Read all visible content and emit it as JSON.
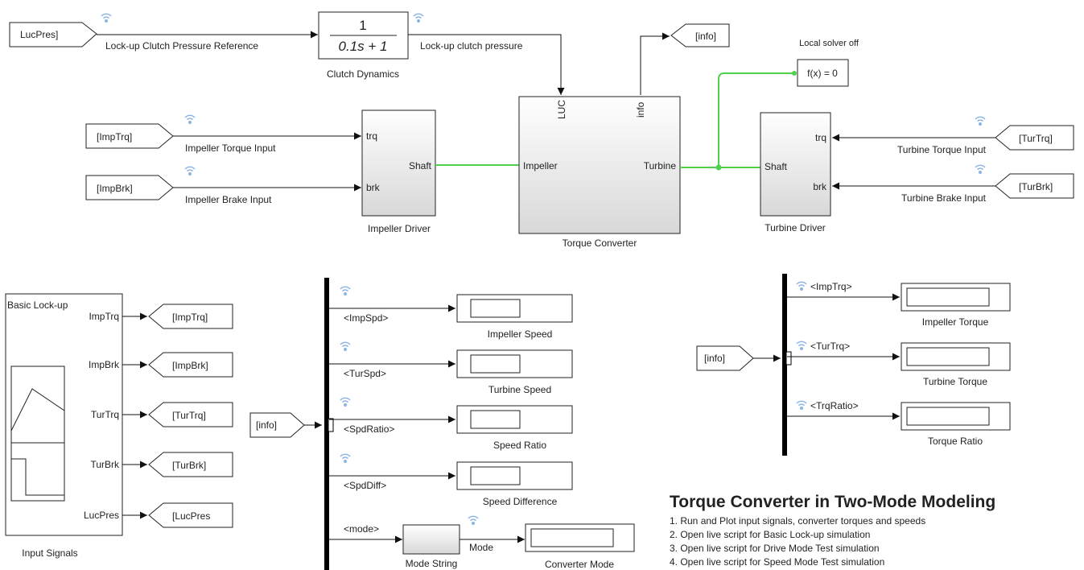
{
  "colors": {
    "physical_connection": "#4fd14f",
    "log_icon": "#8ab4e6"
  },
  "clutch": {
    "from_tag": "LucPres]",
    "ref_label": "Lock-up Clutch Pressure Reference",
    "tf_num": "1",
    "tf_den": "0.1s + 1",
    "block_name": "Clutch Dynamics",
    "out_label": "Lock-up clutch pressure"
  },
  "info_goto": "[info]",
  "solver": {
    "label": "Local solver off",
    "block_text": "f(x) = 0"
  },
  "impeller_driver": {
    "name": "Impeller Driver",
    "port_trq": "trq",
    "port_brk": "brk",
    "port_shaft": "Shaft",
    "torque_tag": "[ImpTrq]",
    "torque_label": "Impeller Torque Input",
    "brake_tag": "[ImpBrk]",
    "brake_label": "Impeller Brake Input"
  },
  "torque_converter": {
    "name": "Torque Converter",
    "port_luc": "LUC",
    "port_info": "info",
    "port_impeller": "Impeller",
    "port_turbine": "Turbine"
  },
  "turbine_driver": {
    "name": "Turbine Driver",
    "port_trq": "trq",
    "port_brk": "brk",
    "port_shaft": "Shaft",
    "torque_tag": "[TurTrq]",
    "torque_label": "Turbine Torque Input",
    "brake_tag": "[TurBrk]",
    "brake_label": "Turbine Brake Input"
  },
  "input_signals": {
    "name": "Input Signals",
    "scenario": "Basic Lock-up",
    "ports": [
      "ImpTrq",
      "ImpBrk",
      "TurTrq",
      "TurBrk",
      "LucPres"
    ],
    "gotos": [
      "[ImpTrq]",
      "[ImpBrk]",
      "[TurTrq]",
      "[TurBrk]",
      "[LucPres"
    ]
  },
  "speed_bus": {
    "from_tag": "[info]",
    "signals": [
      "<ImpSpd>",
      "<TurSpd>",
      "<SpdRatio>",
      "<SpdDiff>",
      "<mode>"
    ],
    "displays": [
      "Impeller Speed",
      "Turbine Speed",
      "Speed Ratio",
      "Speed Difference",
      "Converter Mode"
    ],
    "mode_block": "Mode String",
    "mode_out": "Mode"
  },
  "torque_bus": {
    "from_tag": "[info]",
    "signals": [
      "<ImpTrq>",
      "<TurTrq>",
      "<TrqRatio>"
    ],
    "displays": [
      "Impeller Torque",
      "Turbine Torque",
      "Torque Ratio"
    ]
  },
  "notes": {
    "title": "Torque Converter in Two-Mode Modeling",
    "items": [
      "1. Run and Plot input signals, converter torques and speeds",
      "2. Open live script for Basic Lock-up simulation",
      "3. Open live script for Drive Mode Test simulation",
      "4. Open live script for Speed Mode Test simulation"
    ]
  }
}
